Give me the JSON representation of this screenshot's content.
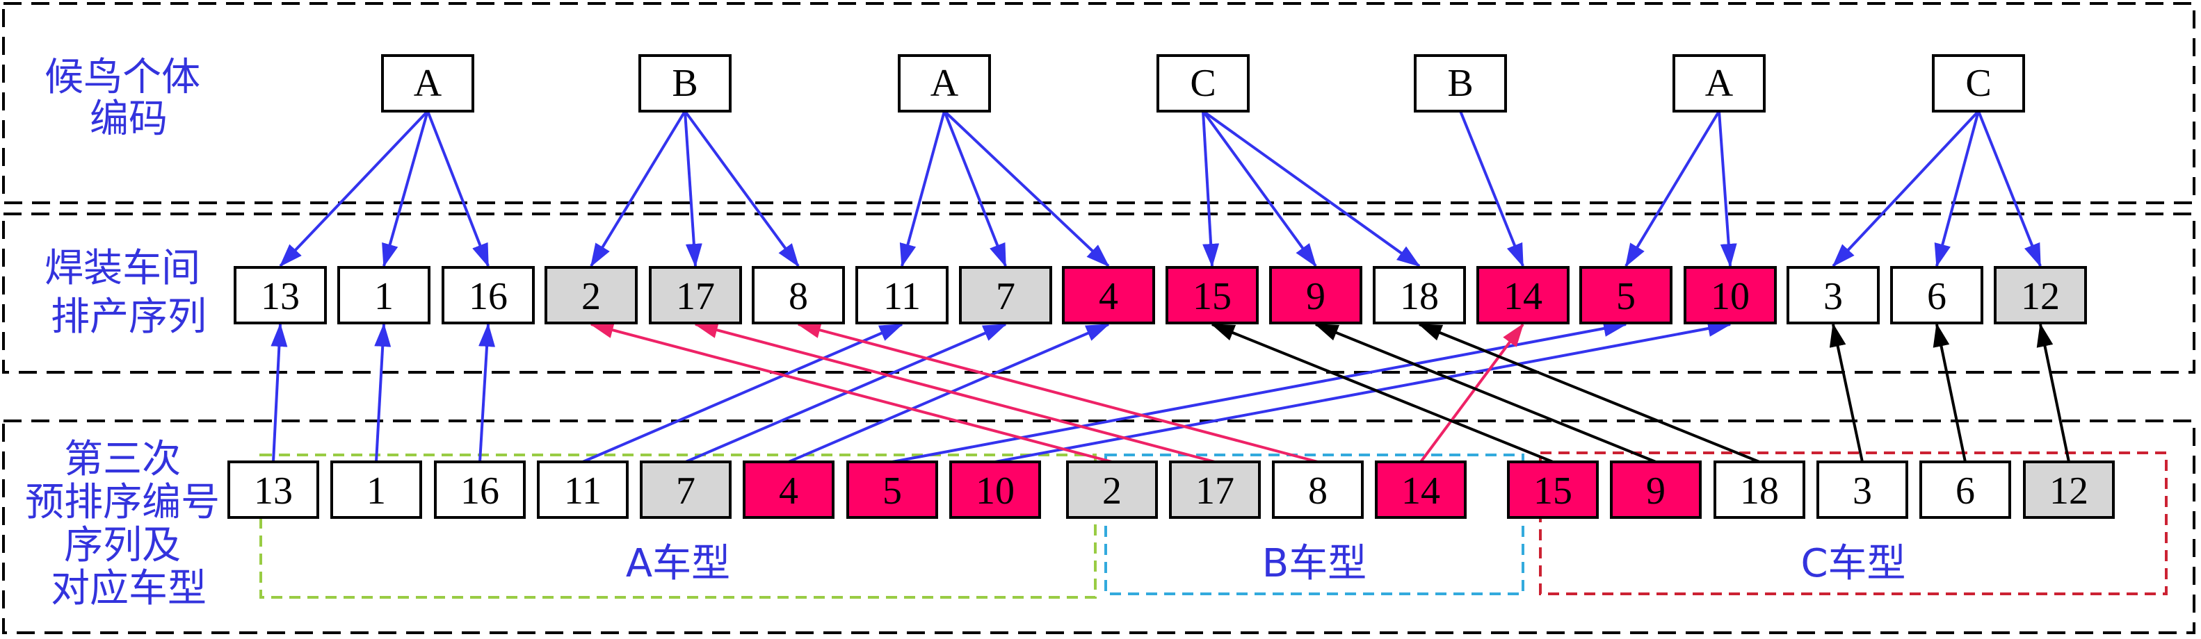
{
  "row_labels": {
    "bird": [
      "候鸟个体",
      "编码"
    ],
    "weld": [
      "焊装车间",
      "排产序列"
    ],
    "third": [
      "第三次",
      "预排序编号",
      "序列及",
      "对应车型"
    ]
  },
  "colors": {
    "white": "#ffffff",
    "gray": "#d6d6d6",
    "red": "#ff0066",
    "blue_arrow": "#3333ee",
    "red_arrow": "#ee2266",
    "black_arrow": "#000000",
    "group_a": "#99cc44",
    "group_b": "#33aadd",
    "group_c": "#cc2233"
  },
  "birds": [
    "A",
    "B",
    "A",
    "C",
    "B",
    "A",
    "C"
  ],
  "weld_sequence": [
    {
      "label": "13",
      "color": "white"
    },
    {
      "label": "1",
      "color": "white"
    },
    {
      "label": "16",
      "color": "white"
    },
    {
      "label": "2",
      "color": "gray"
    },
    {
      "label": "17",
      "color": "gray"
    },
    {
      "label": "8",
      "color": "white"
    },
    {
      "label": "11",
      "color": "white"
    },
    {
      "label": "7",
      "color": "gray"
    },
    {
      "label": "4",
      "color": "red"
    },
    {
      "label": "15",
      "color": "red"
    },
    {
      "label": "9",
      "color": "red"
    },
    {
      "label": "18",
      "color": "white"
    },
    {
      "label": "14",
      "color": "red"
    },
    {
      "label": "5",
      "color": "red"
    },
    {
      "label": "10",
      "color": "red"
    },
    {
      "label": "3",
      "color": "white"
    },
    {
      "label": "6",
      "color": "white"
    },
    {
      "label": "12",
      "color": "gray"
    }
  ],
  "third_sequence": [
    {
      "label": "13",
      "color": "white"
    },
    {
      "label": "1",
      "color": "white"
    },
    {
      "label": "16",
      "color": "white"
    },
    {
      "label": "11",
      "color": "white"
    },
    {
      "label": "7",
      "color": "gray"
    },
    {
      "label": "4",
      "color": "red"
    },
    {
      "label": "5",
      "color": "red"
    },
    {
      "label": "10",
      "color": "red"
    },
    {
      "label": "2",
      "color": "gray"
    },
    {
      "label": "17",
      "color": "gray"
    },
    {
      "label": "8",
      "color": "white"
    },
    {
      "label": "14",
      "color": "red"
    },
    {
      "label": "15",
      "color": "red"
    },
    {
      "label": "9",
      "color": "red"
    },
    {
      "label": "18",
      "color": "white"
    },
    {
      "label": "3",
      "color": "white"
    },
    {
      "label": "6",
      "color": "white"
    },
    {
      "label": "12",
      "color": "gray"
    }
  ],
  "groups": [
    {
      "label": "A车型",
      "color": "group_a",
      "from": 0,
      "to": 7
    },
    {
      "label": "B车型",
      "color": "group_b",
      "from": 8,
      "to": 11
    },
    {
      "label": "C车型",
      "color": "group_c",
      "from": 12,
      "to": 17
    }
  ],
  "bird_links": [
    {
      "bird": 0,
      "targets": [
        0,
        1,
        2
      ]
    },
    {
      "bird": 1,
      "targets": [
        3,
        4,
        5
      ]
    },
    {
      "bird": 2,
      "targets": [
        6,
        7,
        8
      ]
    },
    {
      "bird": 3,
      "targets": [
        9,
        10,
        11
      ]
    },
    {
      "bird": 4,
      "targets": [
        12
      ]
    },
    {
      "bird": 5,
      "targets": [
        13,
        14
      ]
    },
    {
      "bird": 6,
      "targets": [
        15,
        16,
        17
      ]
    }
  ],
  "sequence_links": [
    {
      "from": 0,
      "to": 0,
      "color": "blue_arrow"
    },
    {
      "from": 1,
      "to": 1,
      "color": "blue_arrow"
    },
    {
      "from": 2,
      "to": 2,
      "color": "blue_arrow"
    },
    {
      "from": 3,
      "to": 6,
      "color": "blue_arrow"
    },
    {
      "from": 4,
      "to": 7,
      "color": "blue_arrow"
    },
    {
      "from": 5,
      "to": 8,
      "color": "blue_arrow"
    },
    {
      "from": 6,
      "to": 13,
      "color": "blue_arrow"
    },
    {
      "from": 7,
      "to": 14,
      "color": "blue_arrow"
    },
    {
      "from": 8,
      "to": 3,
      "color": "red_arrow"
    },
    {
      "from": 9,
      "to": 4,
      "color": "red_arrow"
    },
    {
      "from": 10,
      "to": 5,
      "color": "red_arrow"
    },
    {
      "from": 11,
      "to": 12,
      "color": "red_arrow"
    },
    {
      "from": 12,
      "to": 9,
      "color": "black_arrow"
    },
    {
      "from": 13,
      "to": 10,
      "color": "black_arrow"
    },
    {
      "from": 14,
      "to": 11,
      "color": "black_arrow"
    },
    {
      "from": 15,
      "to": 15,
      "color": "black_arrow"
    },
    {
      "from": 16,
      "to": 16,
      "color": "black_arrow"
    },
    {
      "from": 17,
      "to": 17,
      "color": "black_arrow"
    }
  ]
}
